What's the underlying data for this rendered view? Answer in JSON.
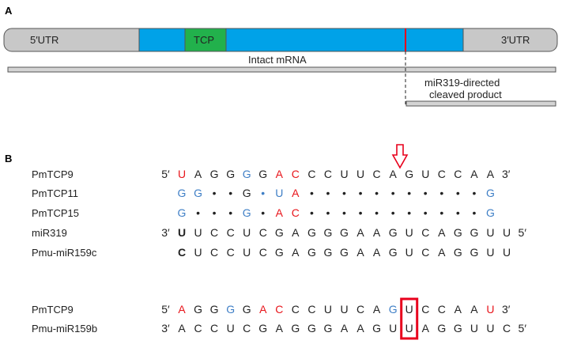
{
  "panel_a": {
    "label": "A",
    "utr5": "5′UTR",
    "tcp": "TCP",
    "utr3": "3′UTR",
    "intact": "Intact mRNA",
    "cleaved_line1": "miR319-directed",
    "cleaved_line2": "cleaved product",
    "colors": {
      "utr": "#c8c8c8",
      "cds": "#00a2e8",
      "tcp": "#22b14c",
      "cut": "#e8001c",
      "bar": "#d4d4d4"
    }
  },
  "panel_b": {
    "label": "B",
    "arrow_color": "#e8001c",
    "colors": {
      "black": "#222222",
      "red": "#e8151b",
      "blue": "#3f7fc6"
    },
    "rows": [
      {
        "label": "PmTCP9",
        "prefix": "5′",
        "suffix": "3′",
        "cols": [
          "U",
          "A",
          "G",
          "G",
          "G",
          "G",
          "A",
          "C",
          "C",
          "C",
          "U",
          "U",
          "C",
          "A",
          "G",
          "U",
          "C",
          "C",
          "A",
          "A"
        ],
        "colors": "rkkkbkrrkkkkkkkkkkkk"
      },
      {
        "label": "PmTCP11",
        "prefix": "",
        "suffix": "",
        "cols": [
          "G",
          "G",
          "•",
          "•",
          "G",
          "•",
          "U",
          "A",
          "•",
          "•",
          "•",
          "•",
          "•",
          "•",
          "•",
          "•",
          "•",
          "•",
          "•",
          "G"
        ],
        "colors": "bbkkkbbrkkkkkkkkkkkb"
      },
      {
        "label": "PmTCP15",
        "prefix": "",
        "suffix": "",
        "cols": [
          "G",
          "•",
          "•",
          "•",
          "G",
          "•",
          "A",
          "C",
          "•",
          "•",
          "•",
          "•",
          "•",
          "•",
          "•",
          "•",
          "•",
          "•",
          "•",
          "G"
        ],
        "colors": "bkkkbkrrkkkkkkkkkkkb"
      },
      {
        "label": "miR319",
        "prefix": "3′",
        "suffix": "5′",
        "cols": [
          "U",
          "U",
          "C",
          "C",
          "U",
          "C",
          "G",
          "A",
          "G",
          "G",
          "G",
          "A",
          "A",
          "G",
          "U",
          "C",
          "A",
          "G",
          "G",
          "U",
          "U"
        ],
        "bold0": true
      },
      {
        "label": "Pmu-miR159c",
        "prefix": "",
        "suffix": "",
        "cols": [
          "C",
          "U",
          "C",
          "C",
          "U",
          "C",
          "G",
          "A",
          "G",
          "G",
          "G",
          "A",
          "A",
          "G",
          "U",
          "C",
          "A",
          "G",
          "G",
          "U",
          "U"
        ],
        "bold0": true
      }
    ],
    "rows2": [
      {
        "label": "PmTCP9",
        "prefix": "5′",
        "suffix": "3′",
        "cols": [
          "A",
          "G",
          "G",
          "G",
          "G",
          "A",
          "C",
          "C",
          "C",
          "U",
          "U",
          "C",
          "A",
          "G",
          "U",
          "C",
          "C",
          "A",
          "A",
          "U"
        ],
        "colors": "rkkbkrrkkkkkkbkkkkkr"
      },
      {
        "label": "Pmu-miR159b",
        "prefix": "3′",
        "suffix": "5′",
        "cols": [
          "A",
          "C",
          "C",
          "U",
          "C",
          "G",
          "A",
          "G",
          "G",
          "G",
          "A",
          "A",
          "G",
          "U",
          "U",
          "A",
          "G",
          "G",
          "U",
          "U",
          "C"
        ]
      }
    ],
    "box_color": "#e8001c"
  }
}
